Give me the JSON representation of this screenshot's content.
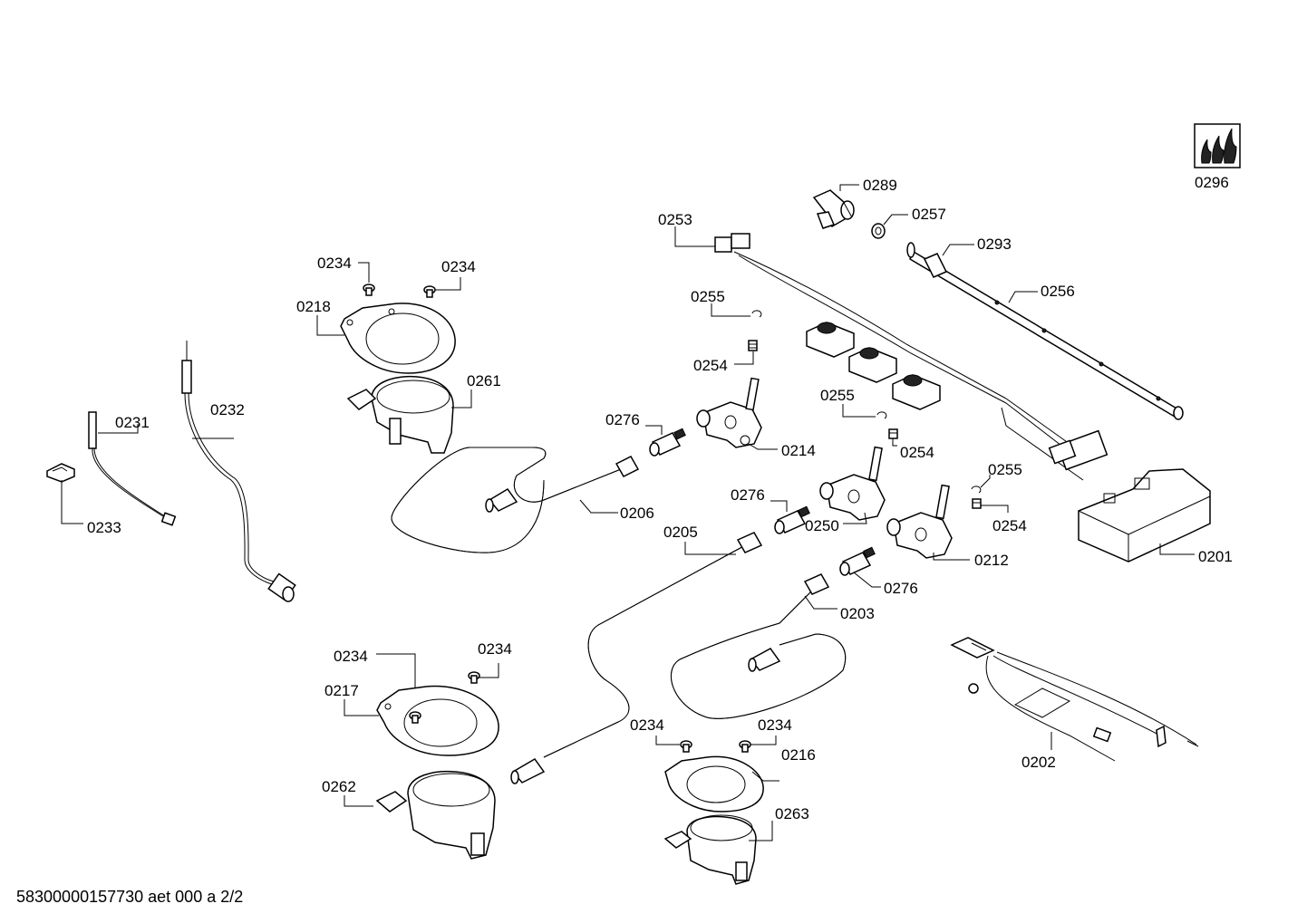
{
  "labels": {
    "p0296": "0296",
    "p0289": "0289",
    "p0257": "0257",
    "p0253": "0253",
    "p0293": "0293",
    "p0256": "0256",
    "p0255a": "0255",
    "p0254a": "0254",
    "p0234a": "0234",
    "p0234b": "0234",
    "p0218": "0218",
    "p0261": "0261",
    "p0231": "0231",
    "p0232": "0232",
    "p0233": "0233",
    "p0276a": "0276",
    "p0214": "0214",
    "p0255b": "0255",
    "p0254b": "0254",
    "p0206": "0206",
    "p0255c": "0255",
    "p0276b": "0276",
    "p0250": "0250",
    "p0254c": "0254",
    "p0205": "0205",
    "p0212": "0212",
    "p0201": "0201",
    "p0276c": "0276",
    "p0203": "0203",
    "p0234c": "0234",
    "p0234d": "0234",
    "p0217": "0217",
    "p0234e": "0234",
    "p0234f": "0234",
    "p0216": "0216",
    "p0202": "0202",
    "p0262": "0262",
    "p0263": "0263"
  },
  "footer": "58300000157730 aet 000 a 2/2"
}
